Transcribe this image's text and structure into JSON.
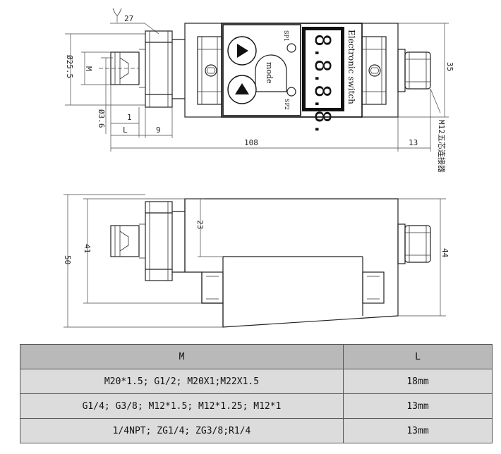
{
  "panel": {
    "title": "Electronic switch",
    "display": "8.8.8.8.",
    "mode_label": "mode",
    "sp1_label": "SP1",
    "sp2_label": "SP2"
  },
  "dimensions": {
    "wrench": "27",
    "diameter_255": "Ø25.5",
    "m": "M",
    "diameter_36": "Ø3.6",
    "d1": "1",
    "dL": "L",
    "d9": "9",
    "d108": "108",
    "d13": "13",
    "d35": "35",
    "connector": "M12五芯连接器",
    "d23": "23",
    "d41": "41",
    "d50": "50",
    "d44": "44"
  },
  "table": {
    "headers": [
      "M",
      "L"
    ],
    "rows": [
      {
        "m": "M20*1.5; G1/2; M20X1;M22X1.5",
        "l": "18mm"
      },
      {
        "m": "G1/4; G3/8; M12*1.5; M12*1.25; M12*1",
        "l": "13mm"
      },
      {
        "m": "1/4NPT; ZG1/4; ZG3/8;R1/4",
        "l": "13mm"
      }
    ]
  }
}
